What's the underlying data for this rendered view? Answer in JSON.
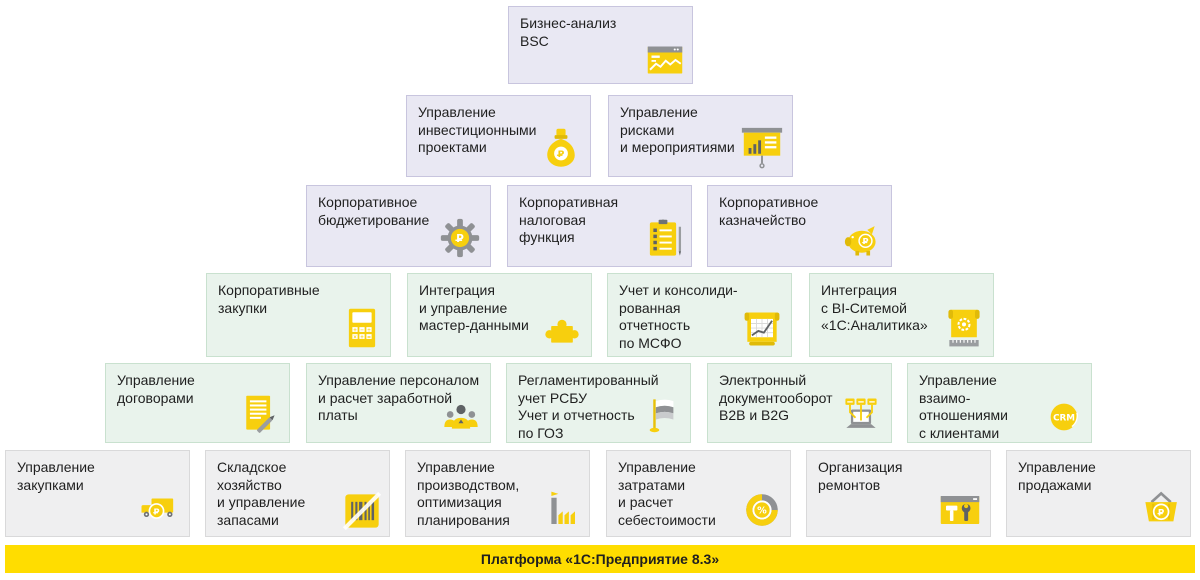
{
  "colors": {
    "brand_yellow": "#ffdd00",
    "icon_yellow": "#f7cf0e",
    "tier_top_bg": "#e9e8f3",
    "tier_middle_bg": "#e9f3ec",
    "tier_bottom_bg": "#efeff0",
    "text": "#1f1f1f"
  },
  "pyramid": {
    "rows": [
      {
        "boxes": [
          {
            "label": "Бизнес-анализ\nBSC",
            "icon": "chart-window-icon"
          }
        ]
      },
      {
        "boxes": [
          {
            "label": "Управление\nинвестиционными\nпроектами",
            "icon": "money-bag-icon"
          },
          {
            "label": "Управление\nрисками\nи мероприятиями",
            "icon": "presentation-chart-icon"
          }
        ]
      },
      {
        "boxes": [
          {
            "label": "Корпоративное\nбюджетирование",
            "icon": "gear-ruble-icon"
          },
          {
            "label": "Корпоративная\nналоговая\nфункция",
            "icon": "clipboard-checklist-icon"
          },
          {
            "label": "Корпоративное\nказначейство",
            "icon": "piggy-bank-icon"
          }
        ]
      },
      {
        "boxes": [
          {
            "label": "Корпоративные\nзакупки",
            "icon": "calculator-icon"
          },
          {
            "label": "Интеграция\nи управление\nмастер-данными",
            "icon": "puzzle-icon"
          },
          {
            "label": "Учет и консолиди-\nрованная\nотчетность\nпо МСФО",
            "icon": "report-scroll-icon"
          },
          {
            "label": "Интеграция\nс BI-Ситемой\n«1С:Аналитика»",
            "icon": "bi-scroll-icon"
          }
        ]
      },
      {
        "boxes": [
          {
            "label": "Управление\nдоговорами",
            "icon": "contract-pencil-icon"
          },
          {
            "label": "Управление персоналом\nи расчет заработной\nплаты",
            "icon": "people-icon"
          },
          {
            "label": "Регламентированный\nучет РСБУ\nУчет и отчетность\nпо ГОЗ",
            "icon": "flag-icon"
          },
          {
            "label": "Электронный\nдокументооборот\nB2B и B2G",
            "icon": "laptop-docs-icon"
          },
          {
            "label": "Управление\nвзаимо-\nотношениями\nс клиентами",
            "icon": "crm-icon"
          }
        ]
      },
      {
        "boxes": [
          {
            "label": "Управление\nзакупками",
            "icon": "truck-icon"
          },
          {
            "label": "Складское\nхозяйство\nи управление\nзапасами",
            "icon": "barcode-icon"
          },
          {
            "label": "Управление\nпроизводством,\nоптимизация\nпланирования",
            "icon": "factory-icon"
          },
          {
            "label": "Управление\nзатратами\nи расчет\nсебестоимости",
            "icon": "donut-percent-icon"
          },
          {
            "label": "Организация\nремонтов",
            "icon": "tools-window-icon"
          },
          {
            "label": "Управление\nпродажами",
            "icon": "basket-icon"
          }
        ]
      }
    ]
  },
  "platform_bar": {
    "label": "Платформа «1С:Предприятие 8.3»"
  }
}
